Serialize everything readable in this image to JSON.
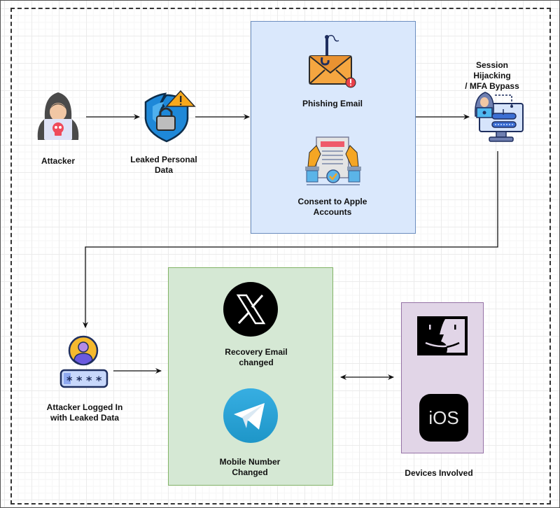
{
  "diagram": {
    "title": "Account Takeover Attack Flow",
    "nodes": {
      "attacker": {
        "label": "Attacker",
        "icon": "hooded-hacker-icon"
      },
      "leaked_data": {
        "label": "Leaked Personal\nData",
        "icon": "broken-shield-lock-icon"
      },
      "phishing_email": {
        "label": "Phishing Email",
        "icon": "phishing-hook-envelope-icon"
      },
      "consent": {
        "label": "Consent to Apple\nAccounts",
        "icon": "consent-document-icon"
      },
      "session_hijack": {
        "label": "Session Hijacking\n/ MFA Bypass",
        "icon": "hacker-monitor-icon"
      },
      "logged_in": {
        "label": "Attacker Logged In\nwith Leaked Data",
        "icon": "user-password-icon"
      },
      "recovery_email": {
        "label": "Recovery Email\nchanged",
        "icon": "x-logo-icon"
      },
      "mobile_number": {
        "label": "Mobile Number\nChanged",
        "icon": "telegram-logo-icon"
      },
      "devices": {
        "label": "Devices Involved",
        "icon": "devices-group"
      },
      "macos": {
        "label": "",
        "icon": "macos-finder-icon"
      },
      "ios": {
        "label": "iOS",
        "icon": "ios-icon"
      }
    },
    "groups": {
      "phishing_group": {
        "color": "#dae8fc",
        "border": "#6c8ebf"
      },
      "account_changes_group": {
        "color": "#d5e8d4",
        "border": "#82b366"
      },
      "devices_group": {
        "color": "#e1d5e7",
        "border": "#9673a6"
      }
    },
    "edges": [
      {
        "from": "attacker",
        "to": "leaked_data",
        "type": "arrow"
      },
      {
        "from": "leaked_data",
        "to": "phishing_group",
        "type": "arrow"
      },
      {
        "from": "phishing_group",
        "to": "session_hijack",
        "type": "arrow"
      },
      {
        "from": "session_hijack",
        "to": "logged_in",
        "type": "elbow-arrow"
      },
      {
        "from": "logged_in",
        "to": "account_changes_group",
        "type": "arrow"
      },
      {
        "from": "account_changes_group",
        "to": "devices_group",
        "type": "bidirectional"
      }
    ]
  }
}
